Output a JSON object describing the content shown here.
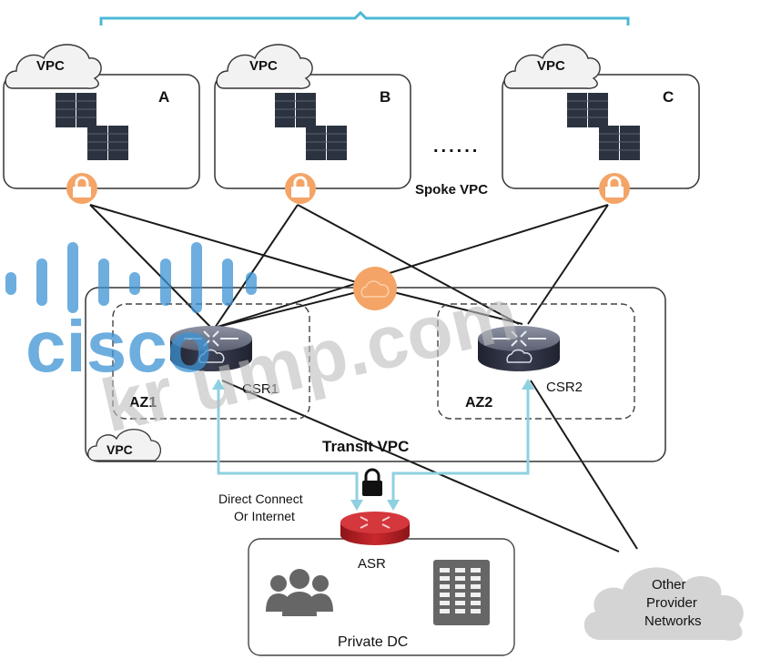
{
  "diagram": {
    "spoke": {
      "group_label": "Spoke VPC",
      "ellipsis": "......",
      "vpcs": [
        {
          "cloud_label": "VPC",
          "name": "A"
        },
        {
          "cloud_label": "VPC",
          "name": "B"
        },
        {
          "cloud_label": "VPC",
          "name": "C"
        }
      ]
    },
    "transit": {
      "label": "Transit VPC",
      "cloud_label": "VPC",
      "zones": [
        {
          "label": "AZ1",
          "router": "CSR1"
        },
        {
          "label": "AZ2",
          "router": "CSR2"
        }
      ]
    },
    "connection": {
      "label_line1": "Direct Connect",
      "label_line2": "Or Internet"
    },
    "dc": {
      "router": "ASR",
      "label": "Private DC"
    },
    "other": {
      "line1": "Other",
      "line2": "Provider",
      "line3": "Networks"
    },
    "watermark": {
      "logo_text": "cisco",
      "site_text": "kr  ump.com"
    },
    "colors": {
      "accent_blue": "#4cb8d6",
      "lock_orange": "#f4a466",
      "router_dark": "#2f3140",
      "asr_red": "#c8282e",
      "cloud_gray": "#d4d4d4",
      "watermark_blue": "#3d93d4"
    }
  }
}
